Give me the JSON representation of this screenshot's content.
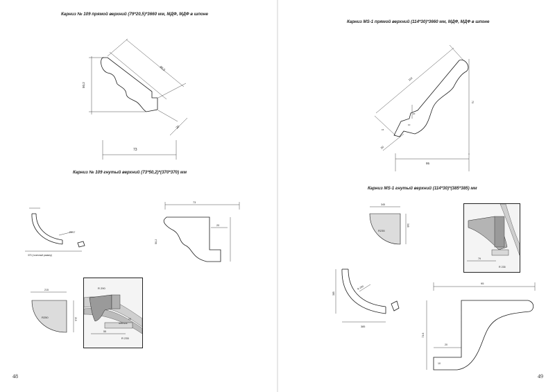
{
  "left_page": {
    "title_top": "Карниз № 109 прямой верхний (79*20,5)*3660 мм, МДФ, МДФ в шпоне",
    "title_mid": "Карниз № 109 гнутый верхний (73*50,2)*(370*370) мм",
    "page_number": "48",
    "dims_straight": {
      "height": "50,2",
      "diagonal": "80,5",
      "depth": "20",
      "width": "73"
    },
    "dims_plan": {
      "radius": "R217",
      "size": "370 (точечный размер)"
    },
    "dims_section": {
      "width": "73",
      "depth": "20",
      "height": "50,2"
    },
    "dims_corner": {
      "width": "215",
      "radius": "R250",
      "side": "215"
    },
    "dims_photo": {
      "radius_a": "R 290",
      "radius_b": "R 235",
      "width": "55",
      "depth": "20",
      "note": "Шпилька"
    }
  },
  "right_page": {
    "title_top": "Карниз MS-1 прямой верхний (114*30)*3660 мм, МДФ, МДФ в шпоне",
    "title_mid": "Карниз MS-1 гнутый верхний (114*30)*(385*385) мм",
    "page_number": "49",
    "dims_straight": {
      "diagonal": "114",
      "depth": "30",
      "width": "95",
      "height": "73",
      "a": "20",
      "b": "10",
      "c": "15"
    },
    "dims_corner": {
      "width": "345",
      "radius": "R235",
      "side": "345"
    },
    "dims_photo": {
      "width": "79",
      "radius": "R 235"
    },
    "dims_plan": {
      "radius": "R 290",
      "size": "385",
      "side": "385"
    },
    "dims_big": {
      "width": "95",
      "height": "73.6",
      "depth": "20",
      "step": "10"
    }
  }
}
